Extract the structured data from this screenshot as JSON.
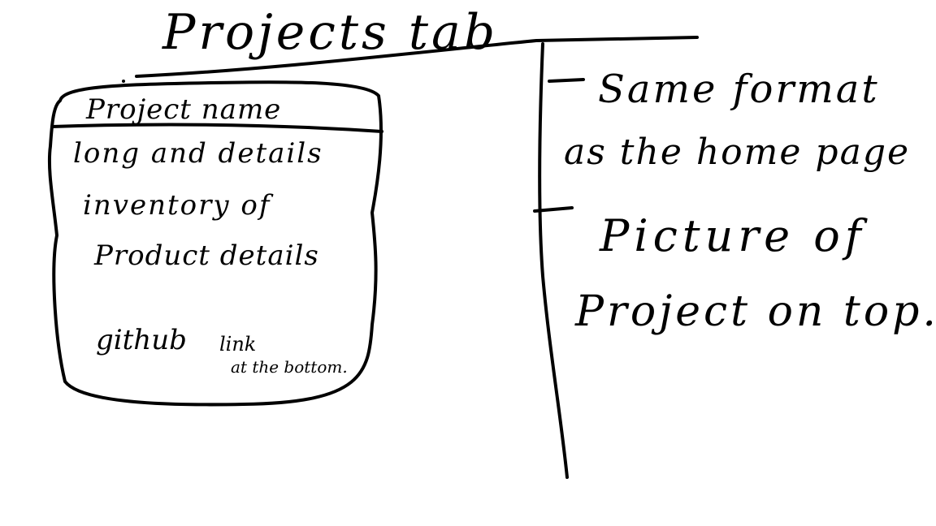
{
  "page": {
    "title": "Projects tab"
  },
  "card": {
    "title": "Project name",
    "body_line1": "long and details",
    "body_line2": "inventory of",
    "body_line3": "Product details",
    "link_line1": "github",
    "link_line2": "link",
    "link_line3": "at the bottom."
  },
  "notes": [
    {
      "line1": "Same format",
      "line2": "as the home page"
    },
    {
      "line1": "Picture of",
      "line2": "Project on top."
    }
  ]
}
